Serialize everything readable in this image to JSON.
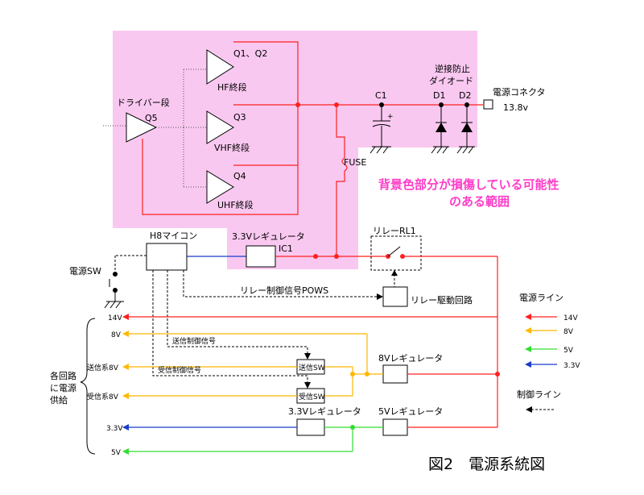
{
  "labels": {
    "q1q2": "Q1、Q2",
    "hf": "HF終段",
    "driver": "ドライバー段",
    "q5": "Q5",
    "q3": "Q3",
    "vhf": "VHF終段",
    "q4": "Q4",
    "uhf": "UHF終段",
    "c1": "C1",
    "reverse_diode_1": "逆接防止",
    "reverse_diode_2": "ダイオード",
    "d1": "D1",
    "d2": "D2",
    "connector": "電源コネクタ",
    "voltage_in": "13.8v",
    "fuse": "FUSE",
    "warning_1": "背景色部分が損傷している可能性",
    "warning_2": "のある範囲",
    "reg33_top": "3.3Vレギュレータ",
    "ic1": "IC1",
    "h8": "H8マイコン",
    "relay": "リレーRL1",
    "power_sw": "電源SW",
    "relay_ctrl": "リレー制御信号POWS",
    "relay_drv": "リレー駆動回路",
    "power_line": "電源ライン",
    "tx_ctrl": "送信制御信号",
    "rx_ctrl": "受信制御信号",
    "tx_sw": "送信SW",
    "rx_sw": "受信SW",
    "reg8": "8Vレギュレータ",
    "reg33": "3.3Vレギュレータ",
    "reg5": "5Vレギュレータ",
    "supply_1": "各回路",
    "supply_2": "に電源",
    "supply_3": "供給",
    "control_line": "制御ライン",
    "figure_title": "図2　電源系統図"
  },
  "rails": {
    "v14": "14V",
    "v8": "8V",
    "tx8": "送信系8V",
    "rx8": "受信系8V",
    "v33": "3.3V",
    "v5": "5V"
  },
  "legend": [
    {
      "label": "14V",
      "color": "#ff2020"
    },
    {
      "label": "8V",
      "color": "#ffb800"
    },
    {
      "label": "5V",
      "color": "#33dd33"
    },
    {
      "label": "3.3V",
      "color": "#1a3ccc"
    }
  ],
  "colors": {
    "highlight": "#f9c8f0",
    "warning_text": "#ff3cc8",
    "line_14v": "#ff2020",
    "line_8v": "#ffb800",
    "line_5v": "#33dd33",
    "line_33v": "#1a3ccc"
  }
}
